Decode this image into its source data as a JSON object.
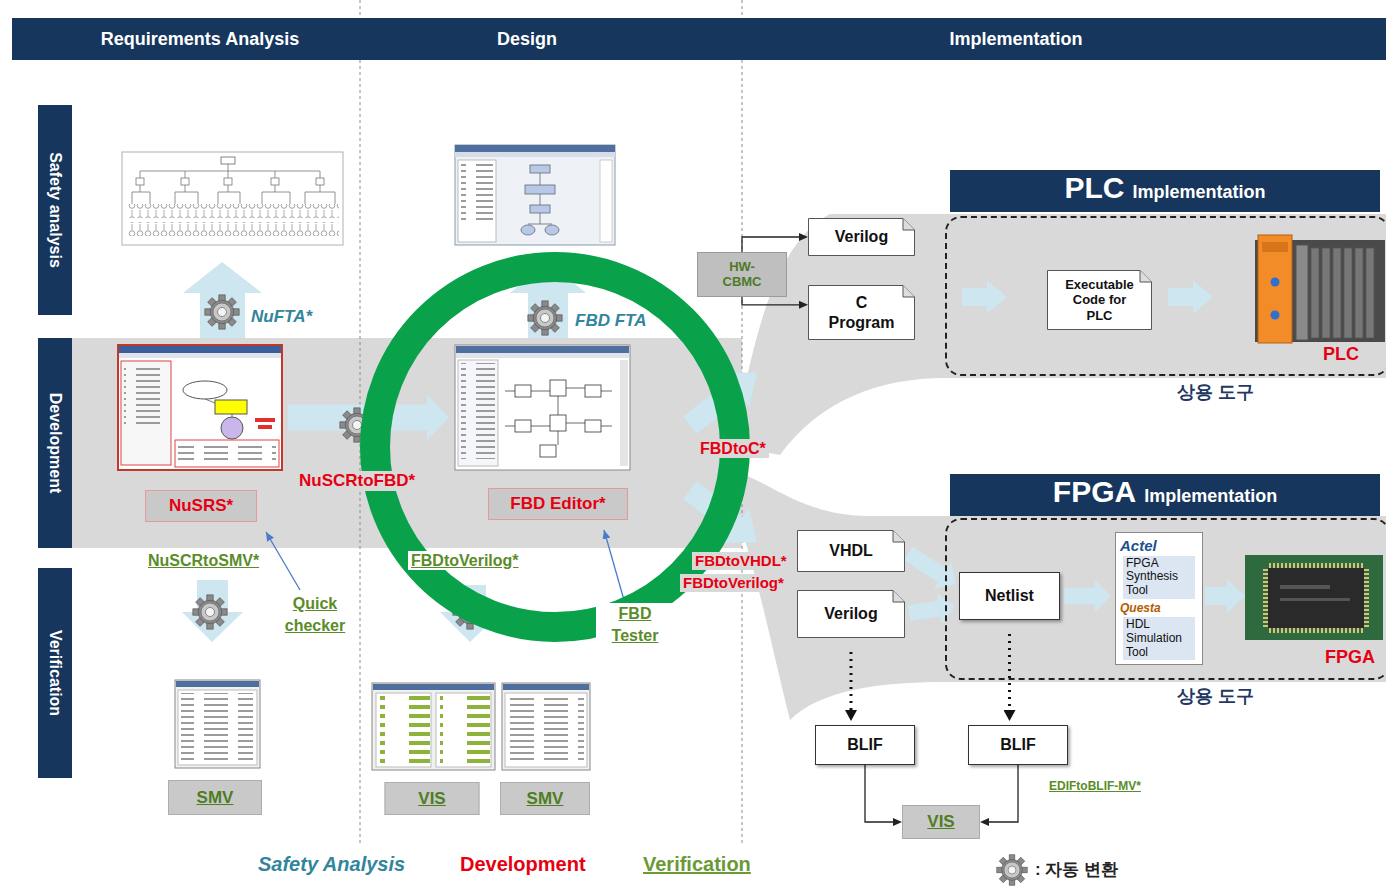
{
  "diagram": {
    "nodes": [
      {
        "text": [
          "Requirements Analysis",
          "Design",
          "Implementation"
        ]
      },
      {
        "text": [
          "Safety analysis"
        ]
      },
      {
        "text": [
          "Development"
        ]
      },
      {
        "text": [
          "Verification"
        ]
      },
      {
        "text": [
          "NuSRS*"
        ]
      },
      {
        "text": [
          "FBD Editor*"
        ]
      },
      {
        "text": [
          "HW-CBMC"
        ]
      },
      {
        "text": [
          "Verilog"
        ]
      },
      {
        "text": [
          "C Program"
        ]
      },
      {
        "text": [
          "PLC",
          "Implementation"
        ]
      },
      {
        "text": [
          "상용 도구"
        ]
      },
      {
        "text": [
          "Executable Code for PLC"
        ],
        "in": 10
      },
      {
        "text": [
          "FPGA",
          "Implementation"
        ]
      },
      {
        "text": [
          "상용 도구"
        ]
      },
      {
        "text": [
          "Netlist"
        ],
        "in": 13
      },
      {
        "text": [
          "Actel",
          "FPGA Synthesis Tool",
          "Questa",
          "HDL Simulation Tool"
        ],
        "in": 13
      },
      {
        "text": [
          "VHDL"
        ]
      },
      {
        "text": [
          "Verilog"
        ]
      },
      {
        "text": [
          "SMV"
        ]
      },
      {
        "text": [
          "VIS"
        ]
      },
      {
        "text": [
          "SMV"
        ]
      },
      {
        "text": [
          "BLIF"
        ]
      },
      {
        "text": [
          "BLIF"
        ]
      },
      {
        "text": [
          "VIS"
        ]
      }
    ],
    "edges": [
      {
        "from": 4,
        "to": 5,
        "arrow": "to"
      },
      {
        "from": 6,
        "to": 7,
        "arrow": "to"
      },
      {
        "from": 6,
        "to": 8,
        "arrow": "to"
      },
      {
        "from": 16,
        "to": 14,
        "arrow": "to"
      },
      {
        "from": 17,
        "to": 14,
        "arrow": "to"
      },
      {
        "from": 14,
        "to": 15,
        "arrow": "to"
      },
      {
        "from": 17,
        "to": 21,
        "arrow": "to"
      },
      {
        "from": 14,
        "to": 22,
        "arrow": "to"
      },
      {
        "from": 21,
        "to": 23,
        "arrow": "to"
      },
      {
        "from": 22,
        "to": 23,
        "arrow": "to"
      }
    ],
    "labels": [
      "NuFTA*",
      "FBD FTA",
      "FBDtoC*",
      "NuSCRtoFBD*",
      "PLC",
      "NuSCRtoSMV*",
      "FBDtoVerilog*",
      "FBDtoVHDL*",
      "FBDtoVerilog*",
      "Quick checker",
      "FBD Tester",
      "FPGA",
      "EDIFtoBLIF-MV*"
    ],
    "legend": [
      {
        "text": "Safety Analysis",
        "color": "#31859c"
      },
      {
        "text": "Development",
        "color": "#e60012"
      },
      {
        "text": "Verification",
        "color": "#6a9a35"
      },
      {
        "text": ": 자동 변환"
      }
    ]
  }
}
